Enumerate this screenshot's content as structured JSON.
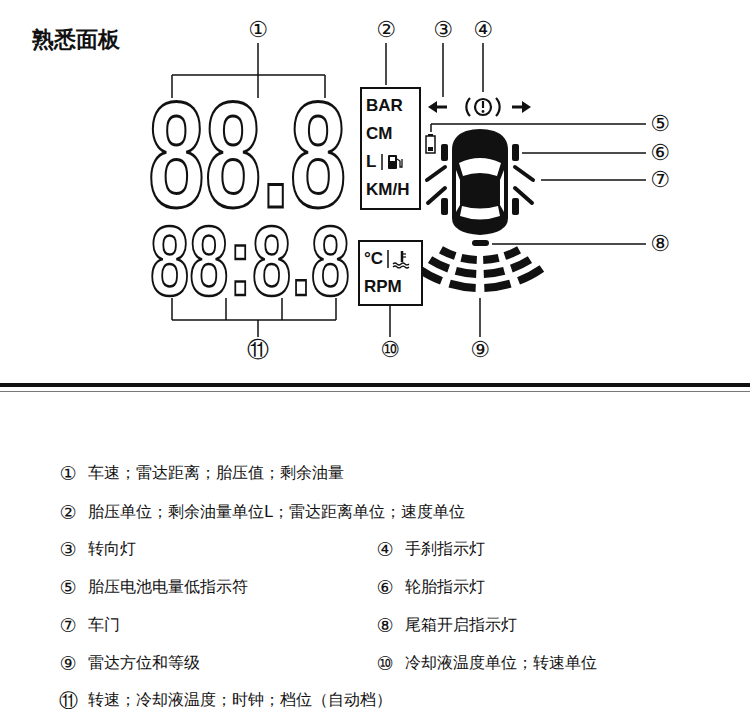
{
  "diagram": {
    "title": "熟悉面板",
    "nodes": [
      {
        "text": [
          "BAR",
          "CM",
          "L",
          "KM/H"
        ]
      },
      {
        "text": [
          "°C",
          "RPM"
        ]
      }
    ],
    "labels": [
      "①",
      "②",
      "③",
      "④",
      "⑤",
      "⑥",
      "⑦",
      "⑧",
      "⑨",
      "⑩",
      "⑪",
      "88.8",
      "88:8.8",
      "①",
      "车速；雷达距离；胎压值；剩余油量",
      "②",
      "胎压单位；剩余油量单位L；雷达距离单位；速度单位",
      "③",
      "转向灯",
      "④",
      "手刹指示灯",
      "⑤",
      "胎压电池电量低指示符",
      "⑥",
      "轮胎指示灯",
      "⑦",
      "车门",
      "⑧",
      "尾箱开启指示灯",
      "⑨",
      "雷达方位和等级",
      "⑩",
      "冷却液温度单位；转速单位",
      "⑪",
      "转速；冷却液温度；时钟；档位（自动档）"
    ]
  }
}
